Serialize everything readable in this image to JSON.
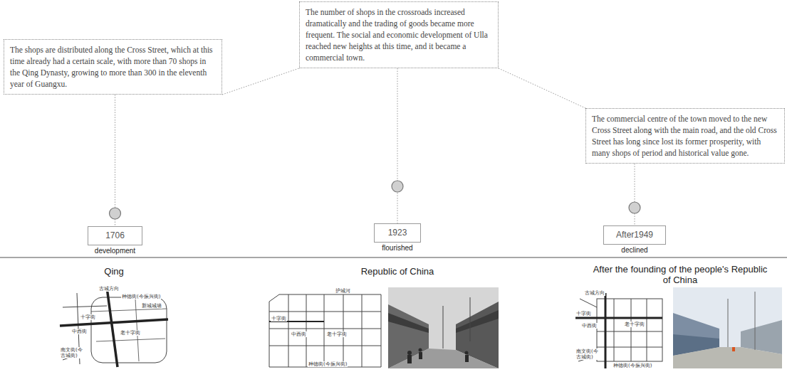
{
  "diagram": {
    "nodes": [
      {
        "text": [
          "The shops are distributed along the Cross Street, which at this time already had a certain scale, with more than 70 shops in the Qing Dynasty, growing to more than 300 in the eleventh year of Guangxu."
        ]
      },
      {
        "text": [
          "The number of shops in the crossroads increased dramatically and the trading of goods became more frequent. The social and economic development of Ulla reached new heights at this time, and it became a commercial town."
        ]
      },
      {
        "text": [
          "The commercial centre of the town moved to the new Cross Street along with the main road, and the old Cross Street has long since lost its former prosperity, with many shops of period and historical value gone."
        ]
      },
      {
        "text": [
          "1706",
          "development"
        ]
      },
      {
        "text": [
          "1923",
          "flourished"
        ]
      },
      {
        "text": [
          "After1949",
          "declined"
        ]
      }
    ],
    "edges": [
      {
        "from": 0,
        "to": 3,
        "arrow": "none"
      },
      {
        "from": 1,
        "to": 4,
        "arrow": "none"
      },
      {
        "from": 2,
        "to": 5,
        "arrow": "none"
      },
      {
        "from": 0,
        "to": 1,
        "arrow": "none"
      },
      {
        "from": 1,
        "to": 2,
        "arrow": "none"
      }
    ],
    "labels": [
      "Qing",
      "Republic of China",
      "After the founding of the people's Republic of China",
      "古城方向",
      "种德街(今振兴街)",
      "新城城墙",
      "十字街",
      "中西街",
      "老十字街",
      "南文街(今古城街)",
      "护城河",
      "十字街",
      "中西街",
      "老十字街",
      "种德街(今振兴街)",
      "古城方向",
      "十字街",
      "中西街",
      "老十字街",
      "南文街(今古城街)",
      "种德街(今振兴街)"
    ]
  }
}
